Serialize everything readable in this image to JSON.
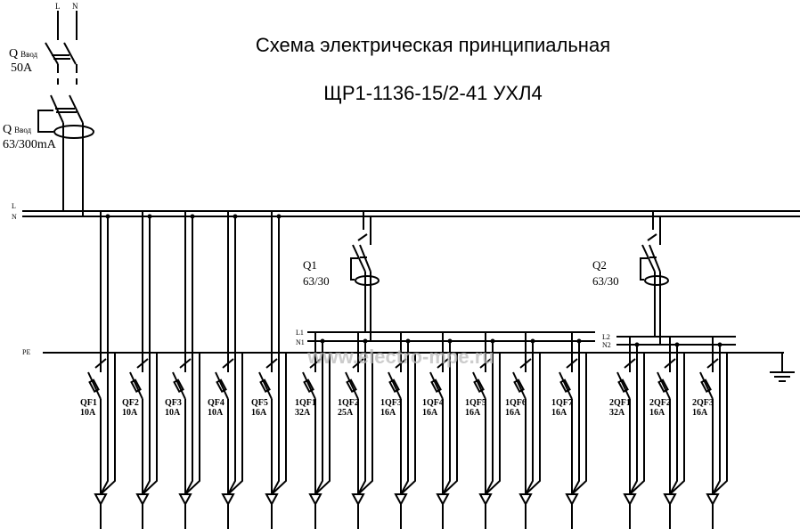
{
  "title_line1": "Схема электрическая принципиальная",
  "title_line2": "ЩР1-1136-15/2-41 УХЛ4",
  "watermark": "www.electro-mpe.ru",
  "input": {
    "L": "L",
    "N": "N",
    "breaker_name": "Q",
    "breaker_sub": "Ввод",
    "breaker_rating": "50A",
    "rcd_name": "Q",
    "rcd_sub": "Ввод",
    "rcd_rating": "63/300mA"
  },
  "bus": {
    "L": "L",
    "N": "N",
    "PE": "PE",
    "L1": "L1",
    "N1": "N1",
    "L2": "L2",
    "N2": "N2"
  },
  "rcds": [
    {
      "name": "Q1",
      "rating": "63/30"
    },
    {
      "name": "Q2",
      "rating": "63/30"
    }
  ],
  "circuits": [
    {
      "name": "QF1",
      "rating": "10A",
      "group": 0
    },
    {
      "name": "QF2",
      "rating": "10A",
      "group": 0
    },
    {
      "name": "QF3",
      "rating": "10A",
      "group": 0
    },
    {
      "name": "QF4",
      "rating": "10A",
      "group": 0
    },
    {
      "name": "QF5",
      "rating": "16A",
      "group": 0
    },
    {
      "name": "1QF1",
      "rating": "32A",
      "group": 1
    },
    {
      "name": "1QF2",
      "rating": "25A",
      "group": 1
    },
    {
      "name": "1QF3",
      "rating": "16A",
      "group": 1
    },
    {
      "name": "1QF4",
      "rating": "16A",
      "group": 1
    },
    {
      "name": "1QF5",
      "rating": "16A",
      "group": 1
    },
    {
      "name": "1QF6",
      "rating": "16A",
      "group": 1
    },
    {
      "name": "1QF7",
      "rating": "16A",
      "group": 1
    },
    {
      "name": "2QF1",
      "rating": "32A",
      "group": 2
    },
    {
      "name": "2QF2",
      "rating": "16A",
      "group": 2
    },
    {
      "name": "2QF3",
      "rating": "16A",
      "group": 2
    }
  ]
}
